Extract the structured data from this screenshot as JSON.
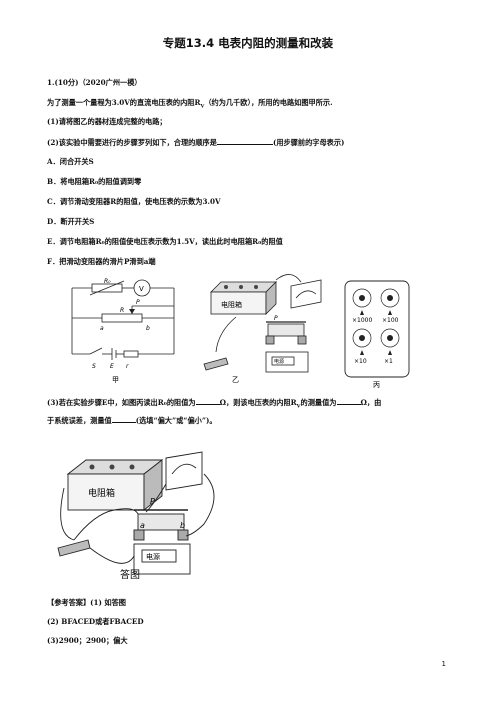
{
  "title": "专题13.4 电表内阻的测量和改装",
  "question": {
    "header": "1.(10分)（2020广州一模）",
    "stem": "为了测量一个量程为3.0V的直流电压表的内阻R",
    "stem_sub": "V",
    "stem_rest": "（约为几千欧），所用的电路如图甲所示.",
    "part1": "(1)请将图乙的器材连成完整的电路；",
    "part2_a": "(2)该实验中需要进行的步骤罗列如下，合理的顺序是",
    "part2_b": "(用步骤前的字母表示)",
    "steps": [
      "A．闭合开关S",
      "B．将电阻箱R₀的阻值调到零",
      "C．调节滑动变阻器R的阻值，使电压表的示数为3.0V",
      "D．断开开关S",
      "E．调节电阻箱R₀的阻值使电压表示数为1.5V，读出此时电阻箱R₀的阻值",
      "F．把滑动变阻器的滑片P滑到a端"
    ],
    "part3_a": "(3)若在实验步骤E中，如图丙读出R₀的阻值为",
    "part3_b": "Ω，则该电压表的内阻R",
    "part3_b_sub": "V",
    "part3_c": "的测量值为",
    "part3_d": "Ω，由",
    "part3_line2_a": "于系统误差，测量值",
    "part3_line2_b": "(选填“偏大”或“偏小”)。"
  },
  "figure_labels": {
    "jia": "甲",
    "yi": "乙",
    "bing": "丙",
    "answer_fig": "答图",
    "R0": "R₀",
    "V": "V",
    "R": "R",
    "P": "P",
    "a": "a",
    "b": "b",
    "S": "S",
    "E": "E",
    "r": "r",
    "box_label": "电阻箱",
    "dial_1000": "×1000",
    "dial_100": "×100",
    "dial_10": "×10",
    "dial_1": "×1",
    "battery": "电源"
  },
  "answer": {
    "header": "【参考答案】(1) 如答图",
    "line2": "(2) BFACED或者FBACED",
    "line3": "(3)2900；2900；偏大"
  },
  "page_number": "1"
}
